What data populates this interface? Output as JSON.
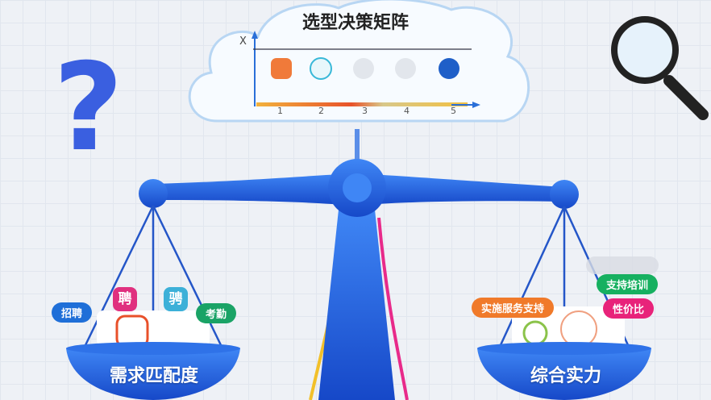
{
  "cloud": {
    "title": "选型决策矩阵",
    "axis_label": "X",
    "ticks": [
      "1",
      "2",
      "3",
      "4",
      "5"
    ],
    "icon_colors": [
      "#f07a3a",
      "#38b8d8",
      "#9aa4b4",
      "#9aa4b4",
      "#1f5fc8"
    ]
  },
  "left_pan": {
    "label": "需求匹配度",
    "tags": [
      {
        "text": "招聘",
        "color": "#1f6fd8"
      },
      {
        "text": "聘",
        "color": "#e0307f"
      },
      {
        "text": "骋",
        "color": "#3cb0d8"
      },
      {
        "text": "考勤",
        "color": "#1aa366"
      }
    ]
  },
  "right_pan": {
    "label": "综合实力",
    "tags": [
      {
        "text": "实施服务支持",
        "color": "#f07a2a"
      },
      {
        "text": "支持培训",
        "color": "#16b060"
      },
      {
        "text": "性价比",
        "color": "#e8237a"
      }
    ]
  },
  "colors": {
    "scale_blue": "#1f62e0",
    "question_mark": "#3a5fe0"
  }
}
